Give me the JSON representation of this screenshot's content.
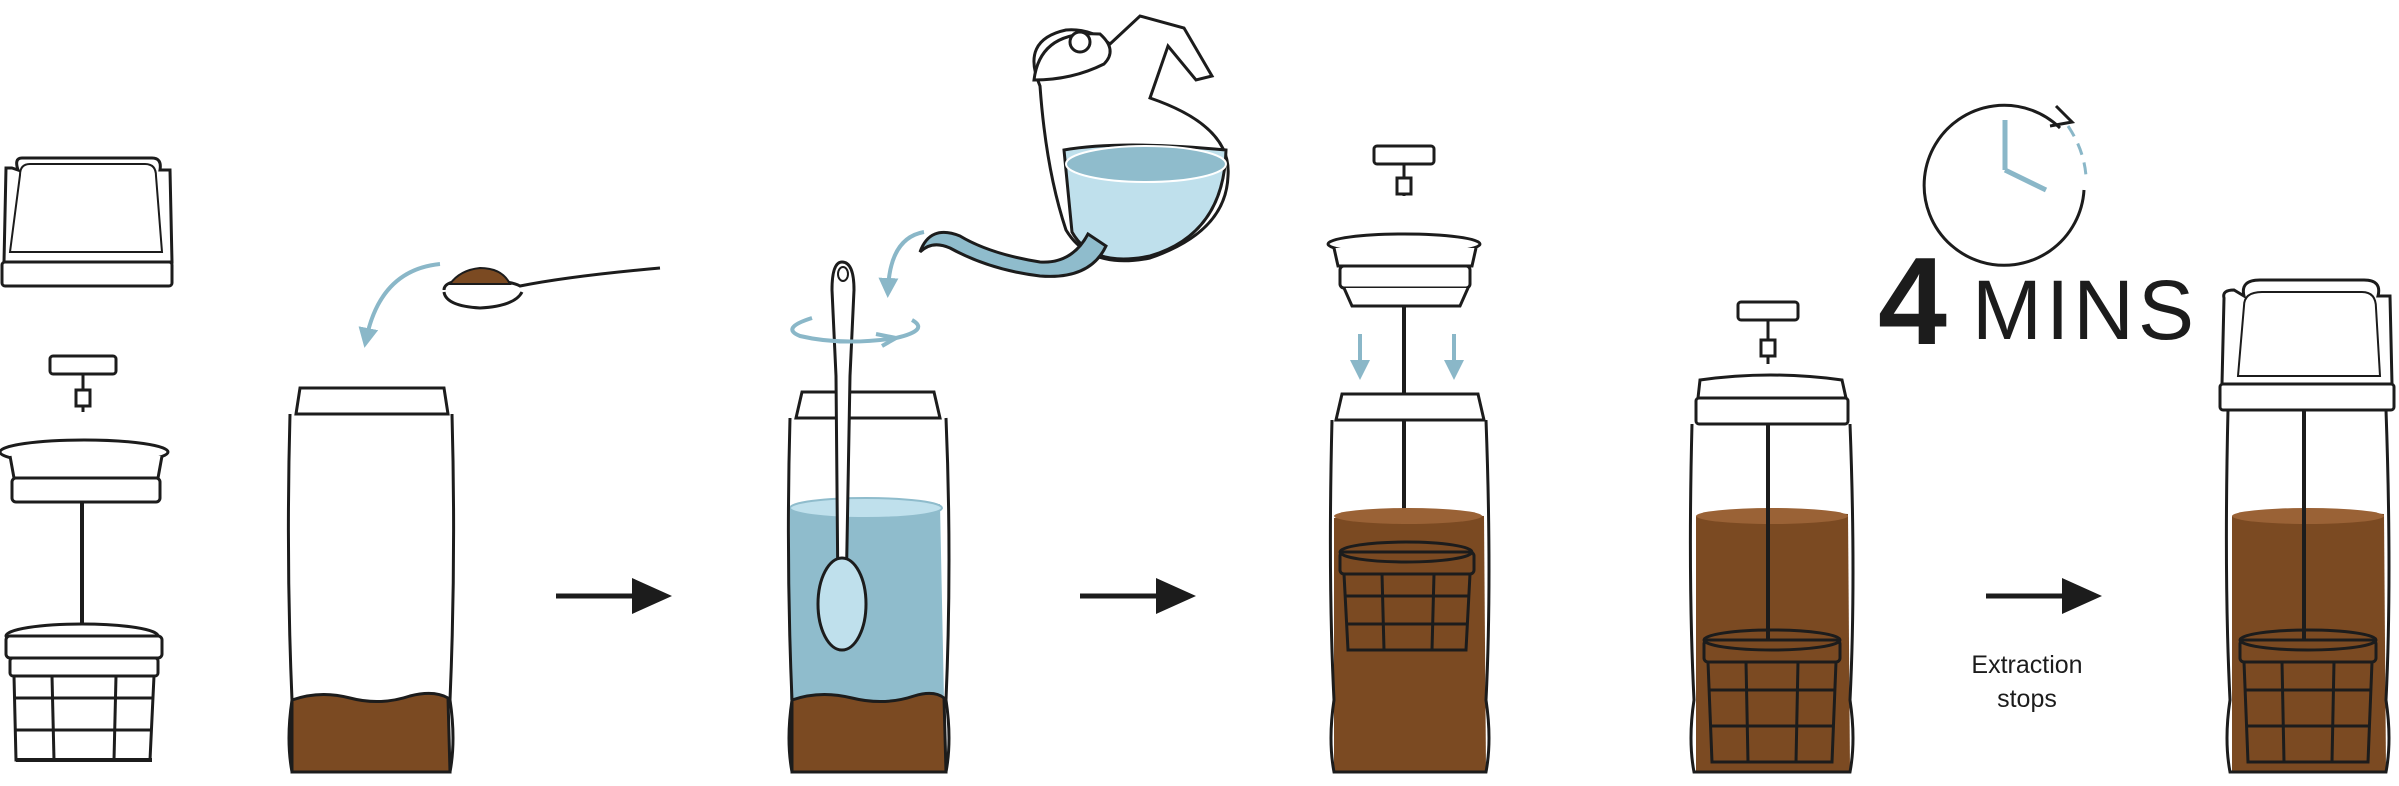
{
  "timer": {
    "value": "4",
    "unit": "MINS"
  },
  "note": {
    "line1": "Extraction",
    "line2": "stops"
  },
  "colors": {
    "outline": "#1c1c1c",
    "coffee": "#7b4a22",
    "coffee_top": "#9a6236",
    "water": "#8fbccc",
    "water_light": "#bfe0ec",
    "accent_arrow": "#8ab7c8",
    "clock_hand": "#8ab7c8"
  },
  "icons": [
    "lid-icon",
    "plunger-icon",
    "filter-basket-icon",
    "spoon-with-grounds-icon",
    "kettle-icon",
    "stir-spoon-icon",
    "clock-icon",
    "arrow-right-icon"
  ]
}
